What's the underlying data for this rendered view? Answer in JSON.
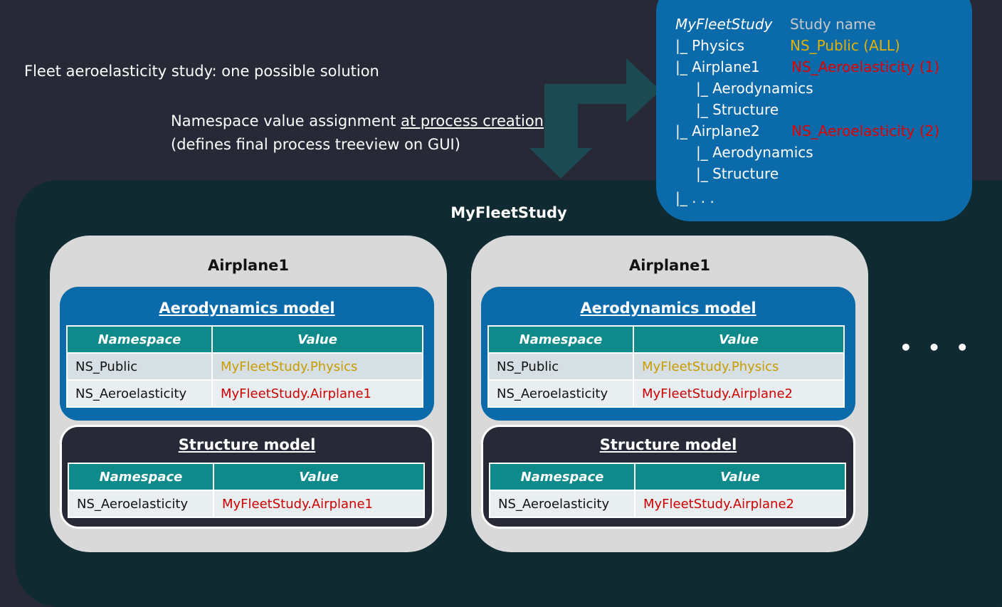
{
  "subtitle": "Fleet aeroelasticity study: one possible solution",
  "assignment": {
    "line1_prefix": "Namespace value assignment ",
    "line1_link": "at process creation",
    "line2": "(defines final process treeview on GUI)"
  },
  "study": {
    "title": "MyFleetStudy",
    "airplanes": [
      {
        "title": "Airplane1",
        "aero": {
          "title": "Aerodynamics model",
          "headers": [
            "Namespace",
            "Value"
          ],
          "rows": [
            {
              "ns": "NS_Public",
              "value": "MyFleetStudy.Physics"
            },
            {
              "ns": "NS_Aeroelasticity",
              "value": "MyFleetStudy.Airplane1"
            }
          ]
        },
        "structure": {
          "title": "Structure model",
          "headers": [
            "Namespace",
            "Value"
          ],
          "rows": [
            {
              "ns": "NS_Aeroelasticity",
              "value": "MyFleetStudy.Airplane1"
            }
          ]
        }
      },
      {
        "title": "Airplane1",
        "aero": {
          "title": "Aerodynamics model",
          "headers": [
            "Namespace",
            "Value"
          ],
          "rows": [
            {
              "ns": "NS_Public",
              "value": "MyFleetStudy.Physics"
            },
            {
              "ns": "NS_Aeroelasticity",
              "value": "MyFleetStudy.Airplane2"
            }
          ]
        },
        "structure": {
          "title": "Structure model",
          "headers": [
            "Namespace",
            "Value"
          ],
          "rows": [
            {
              "ns": "NS_Aeroelasticity",
              "value": "MyFleetStudy.Airplane2"
            }
          ]
        }
      }
    ],
    "more": "• • •"
  },
  "tree": {
    "root": "MyFleetStudy",
    "root_tag": "Study name",
    "physics": "|_ Physics",
    "physics_tag": "NS_Public (ALL)",
    "airplane1": "|_ Airplane1",
    "airplane1_tag": "NS_Aeroelasticity (1)",
    "a1_aero": "|_ Aerodynamics",
    "a1_struct": "|_ Structure",
    "airplane2": "|_ Airplane2",
    "airplane2_tag": "NS_Aeroelasticity (2)",
    "a2_aero": "|_ Aerodynamics",
    "a2_struct": "|_ Structure",
    "ellipsis": "|_ . . ."
  },
  "colors": {
    "background": "#272a36",
    "study_container": "#0f2a30",
    "model_blue": "#0b6aa9",
    "table_header": "#0f8a8a",
    "value_public": "#c89b00",
    "value_airplane": "#cc0000",
    "arrow": "#1c4a52"
  }
}
